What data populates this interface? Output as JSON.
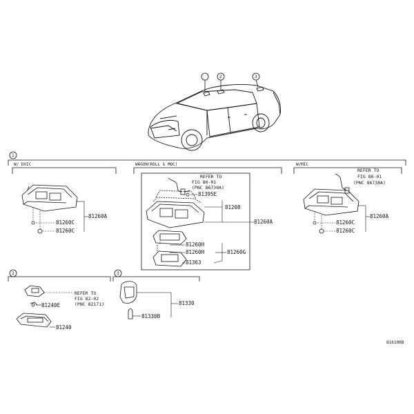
{
  "callouts": [
    "1",
    "2",
    "3"
  ],
  "sections": {
    "s1_left": {
      "caption": "W/ DVIC"
    },
    "s1_middle": {
      "caption": "WAGON(ROLL & MOC)"
    },
    "s1_right": {
      "caption": "W/MIC"
    }
  },
  "parts": {
    "left": {
      "p81260A": "81260A",
      "p81260C_a": "81260C",
      "p81260C_b": "81260C"
    },
    "middle": {
      "refer_line1": "REFER TO",
      "refer_line2": "FIG 86-01",
      "refer_line3": "(PNC 86730A)",
      "p81395E": "81395E",
      "p81208": "81208",
      "p81260A": "81260A",
      "p81260H_a": "81260H",
      "p81260H_b": "81260H",
      "p81260G": "81260G",
      "p81363": "81363"
    },
    "right": {
      "refer_line1": "REFER TO",
      "refer_line2": "FIG 86-01",
      "refer_line3": "(PNC 86730A)",
      "p81260A": "81260A",
      "p81260C_a": "81260C",
      "p81260C_b": "81260C"
    },
    "bottom_left": {
      "refer_line1": "REFER TO",
      "refer_line2": "FIG 82-02",
      "refer_line3": "(PNC 82171)",
      "p81240E": "81240E",
      "p81240": "81240"
    },
    "bottom_mid": {
      "p81330": "81330",
      "p81330B": "81330B"
    }
  },
  "figure_id": "816100B"
}
